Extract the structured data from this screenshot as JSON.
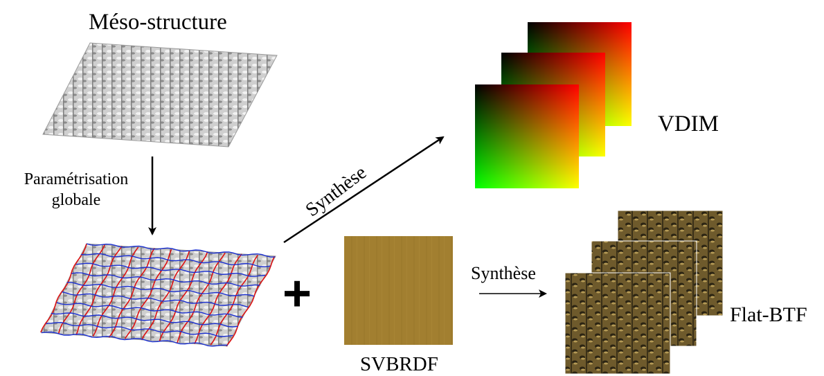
{
  "labels": {
    "meso_title": "Méso-structure",
    "param_line1": "Paramétrisation",
    "param_line2": "globale",
    "synth_top": "Synthèse",
    "synth_bottom": "Synthèse",
    "vdim": "VDIM",
    "svbrdf": "SVBRDF",
    "flat_btf": "Flat-BTF",
    "plus": "+"
  },
  "colors": {
    "surface": "#c8c8c8",
    "param_red": "#dd1111",
    "param_blue": "#1a2fd0",
    "svbrdf": "#a27f30",
    "btf_dark": "#2b2413",
    "btf_light": "#b59a55"
  }
}
